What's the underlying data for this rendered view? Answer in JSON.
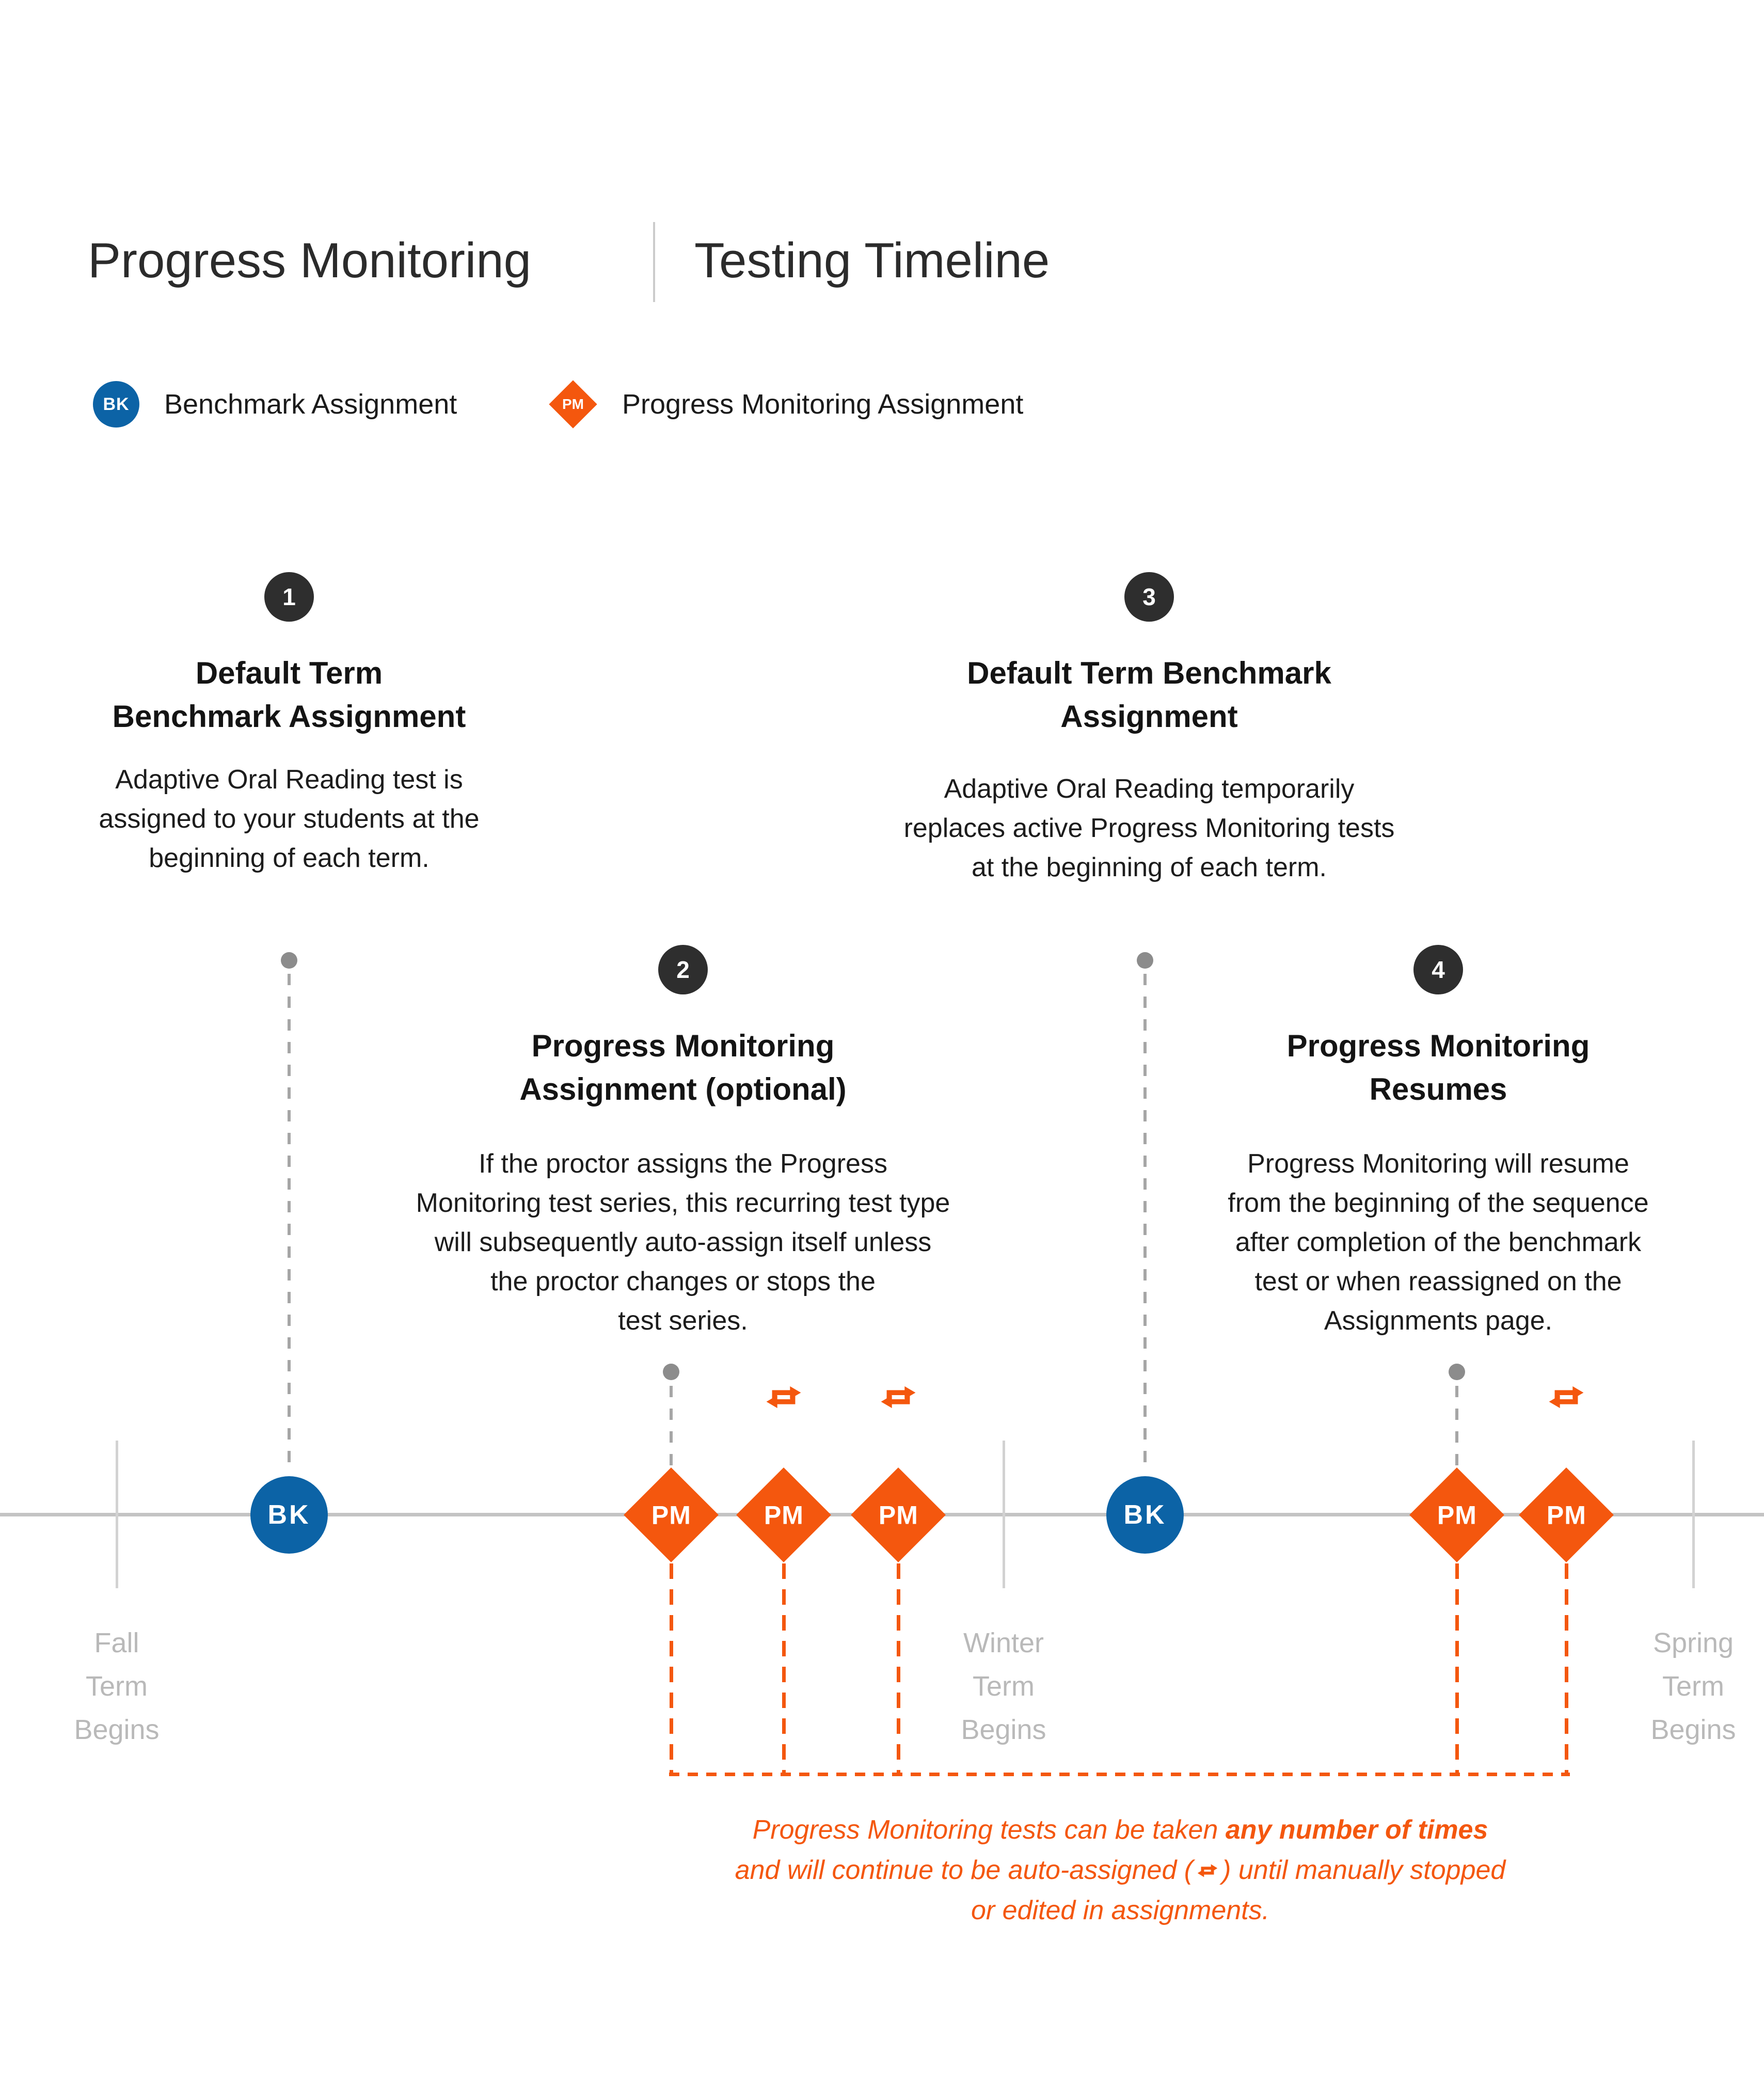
{
  "header": {
    "title_left": "Progress Monitoring",
    "title_right": "Testing Timeline"
  },
  "legend": {
    "bk_badge": "BK",
    "bk_label": "Benchmark Assignment",
    "pm_badge": "PM",
    "pm_label": "Progress Monitoring Assignment"
  },
  "steps": [
    {
      "number": "1",
      "title": "Default Term\nBenchmark Assignment",
      "body": "Adaptive Oral Reading test is\nassigned to your students at the\nbeginning of each term."
    },
    {
      "number": "2",
      "title": "Progress Monitoring\nAssignment (optional)",
      "body": "If the proctor assigns the Progress\nMonitoring test series, this recurring test type\nwill subsequently auto-assign itself unless\nthe proctor changes or stops the\ntest series."
    },
    {
      "number": "3",
      "title": "Default Term Benchmark\nAssignment",
      "body": "Adaptive Oral Reading temporarily\nreplaces active Progress Monitoring tests\nat the beginning of each term."
    },
    {
      "number": "4",
      "title": "Progress Monitoring\nResumes",
      "body": "Progress Monitoring will resume\nfrom the beginning of the sequence\nafter completion of the benchmark\ntest or when reassigned on the\nAssignments page."
    }
  ],
  "timeline": {
    "markers": [
      {
        "type": "bk",
        "label": "BK"
      },
      {
        "type": "pm",
        "label": "PM"
      },
      {
        "type": "pm",
        "label": "PM"
      },
      {
        "type": "pm",
        "label": "PM"
      },
      {
        "type": "bk",
        "label": "BK"
      },
      {
        "type": "pm",
        "label": "PM"
      },
      {
        "type": "pm",
        "label": "PM"
      }
    ],
    "terms": [
      {
        "label": "Fall\nTerm\nBegins"
      },
      {
        "label": "Winter\nTerm\nBegins"
      },
      {
        "label": "Spring\nTerm\nBegins"
      }
    ]
  },
  "footnote": {
    "line1_pre": "Progress Monitoring tests can be taken ",
    "line1_bold": "any number of times",
    "line2_pre": "and will continue to be auto-assigned (",
    "line2_post": ") until manually stopped",
    "line3": "or edited in assignments."
  },
  "colors": {
    "orange": "#F4570E",
    "blue": "#0C63A6",
    "step_circle": "#2E2E2E",
    "timeline_gray": "#C4C4C4",
    "term_label_gray": "#B9B9B9"
  }
}
